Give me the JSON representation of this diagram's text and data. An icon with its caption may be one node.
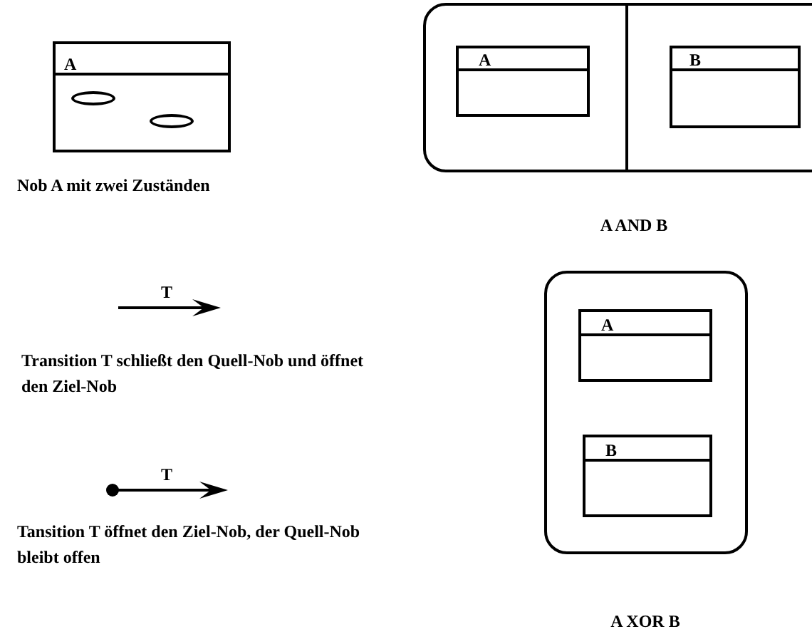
{
  "diagram": {
    "nodes": [
      {
        "text": [
          "A"
        ],
        "beside": [
          "Nob A mit zwei Zuständen"
        ]
      },
      {
        "text": [],
        "shape": "ellipse",
        "in": 0
      },
      {
        "text": [],
        "shape": "ellipse",
        "in": 0
      },
      {
        "text": [],
        "shape": "box",
        "beside": [
          "A AND B"
        ]
      },
      {
        "text": [
          "A"
        ],
        "in": 3
      },
      {
        "text": [
          "B"
        ],
        "in": 3
      },
      {
        "text": [],
        "shape": "box",
        "beside": [
          "A XOR B"
        ]
      },
      {
        "text": [
          "A"
        ],
        "in": 6
      },
      {
        "text": [
          "B"
        ],
        "in": 6
      }
    ],
    "labels": [
      "T",
      "Transition T schließt den Quell-Nob und öffnet den Ziel-Nob",
      "T",
      "Tansition T öffnet den Ziel-Nob, der Quell-Nob bleibt offen"
    ]
  }
}
